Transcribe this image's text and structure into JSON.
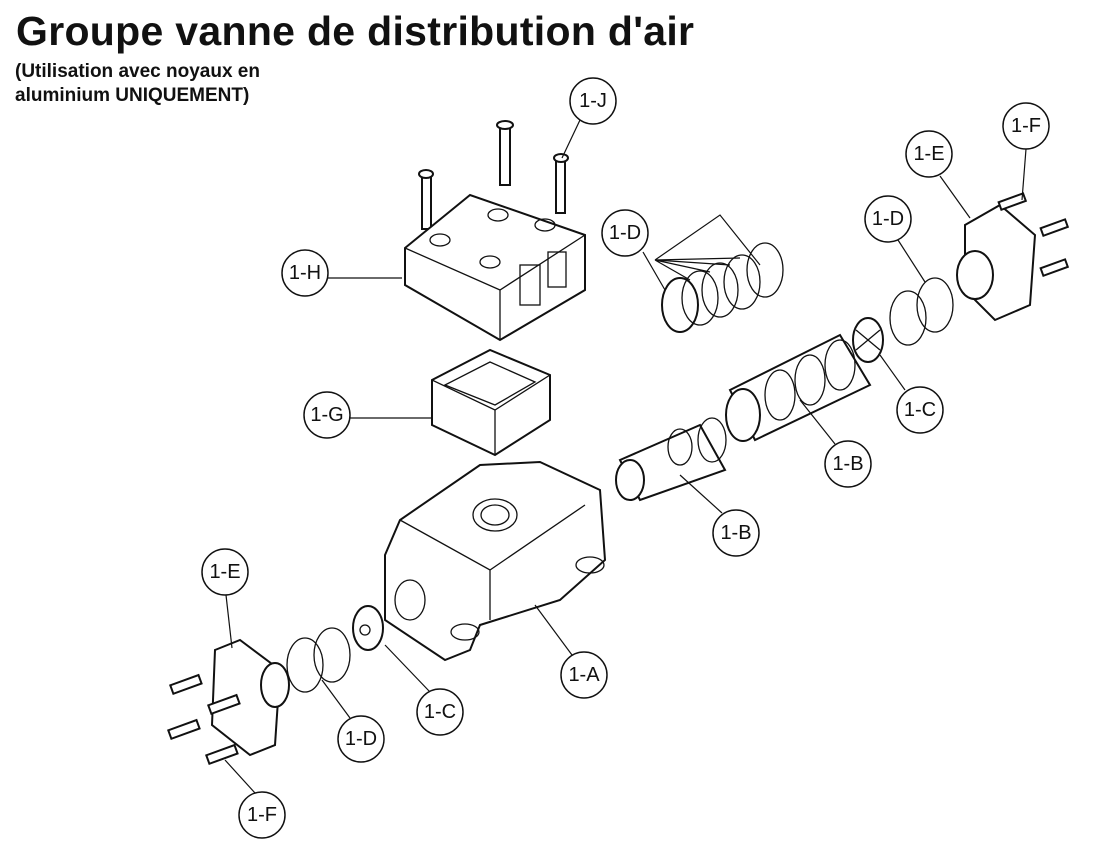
{
  "title": "Groupe vanne de distribution d'air",
  "subtitle_line1": "(Utilisation avec noyaux en",
  "subtitle_line2": "aluminium UNIQUEMENT)",
  "callouts": {
    "j": "1-J",
    "h": "1-H",
    "g": "1-G",
    "d_top": "1-D",
    "d_right": "1-D",
    "e_right": "1-E",
    "f_right": "1-F",
    "c_right": "1-C",
    "b_upper": "1-B",
    "b_lower": "1-B",
    "a": "1-A",
    "e_left": "1-E",
    "c_left": "1-C",
    "d_left": "1-D",
    "f_left": "1-F"
  }
}
